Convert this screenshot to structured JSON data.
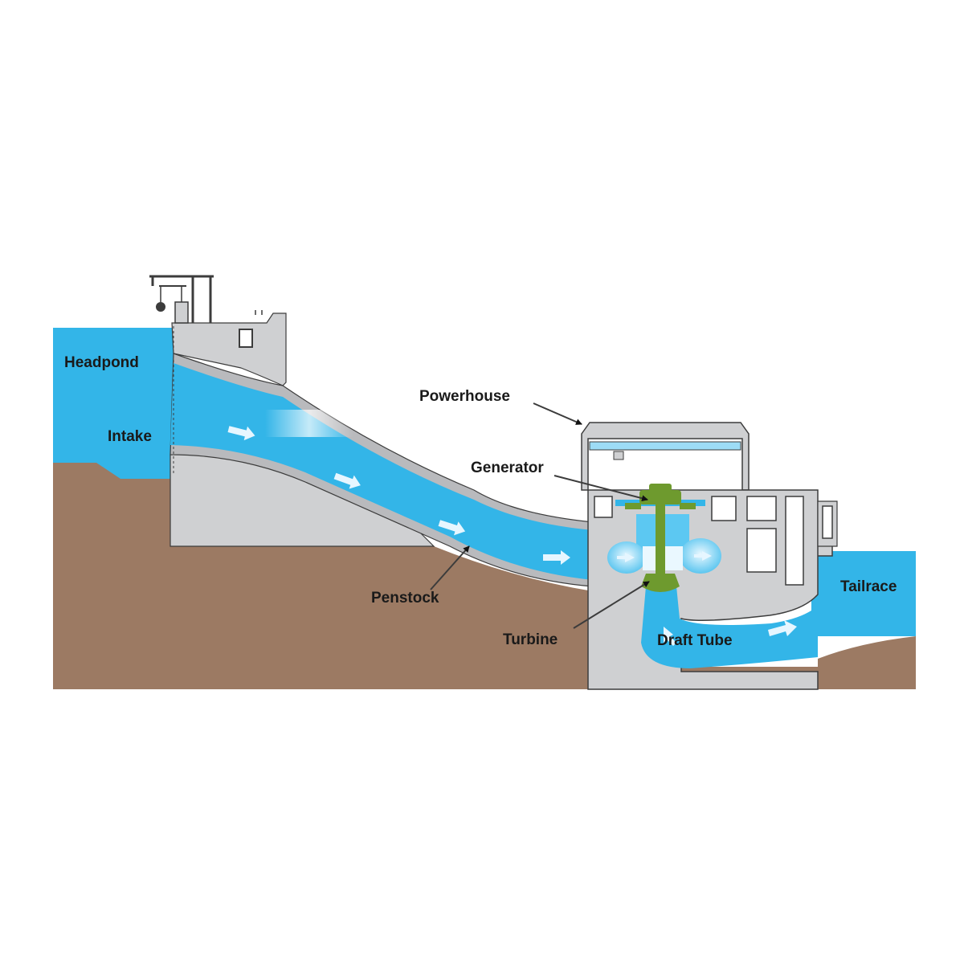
{
  "labels": {
    "headpond": "Headpond",
    "intake": "Intake",
    "powerhouse": "Powerhouse",
    "generator": "Generator",
    "penstock": "Penstock",
    "turbine": "Turbine",
    "draft_tube": "Draft Tube",
    "tailrace": "Tailrace"
  },
  "colors": {
    "water": "#33b5e8",
    "water_light": "#5cc8f2",
    "water_pale": "#9ddcf6",
    "earth": "#9c7a63",
    "concrete": "#cfd0d2",
    "concrete_dark": "#b9babd",
    "outline": "#3c3c3c",
    "turbine_green": "#6e9a2e",
    "arrow_white": "#e6f6ff",
    "text": "#1a1a1a"
  }
}
